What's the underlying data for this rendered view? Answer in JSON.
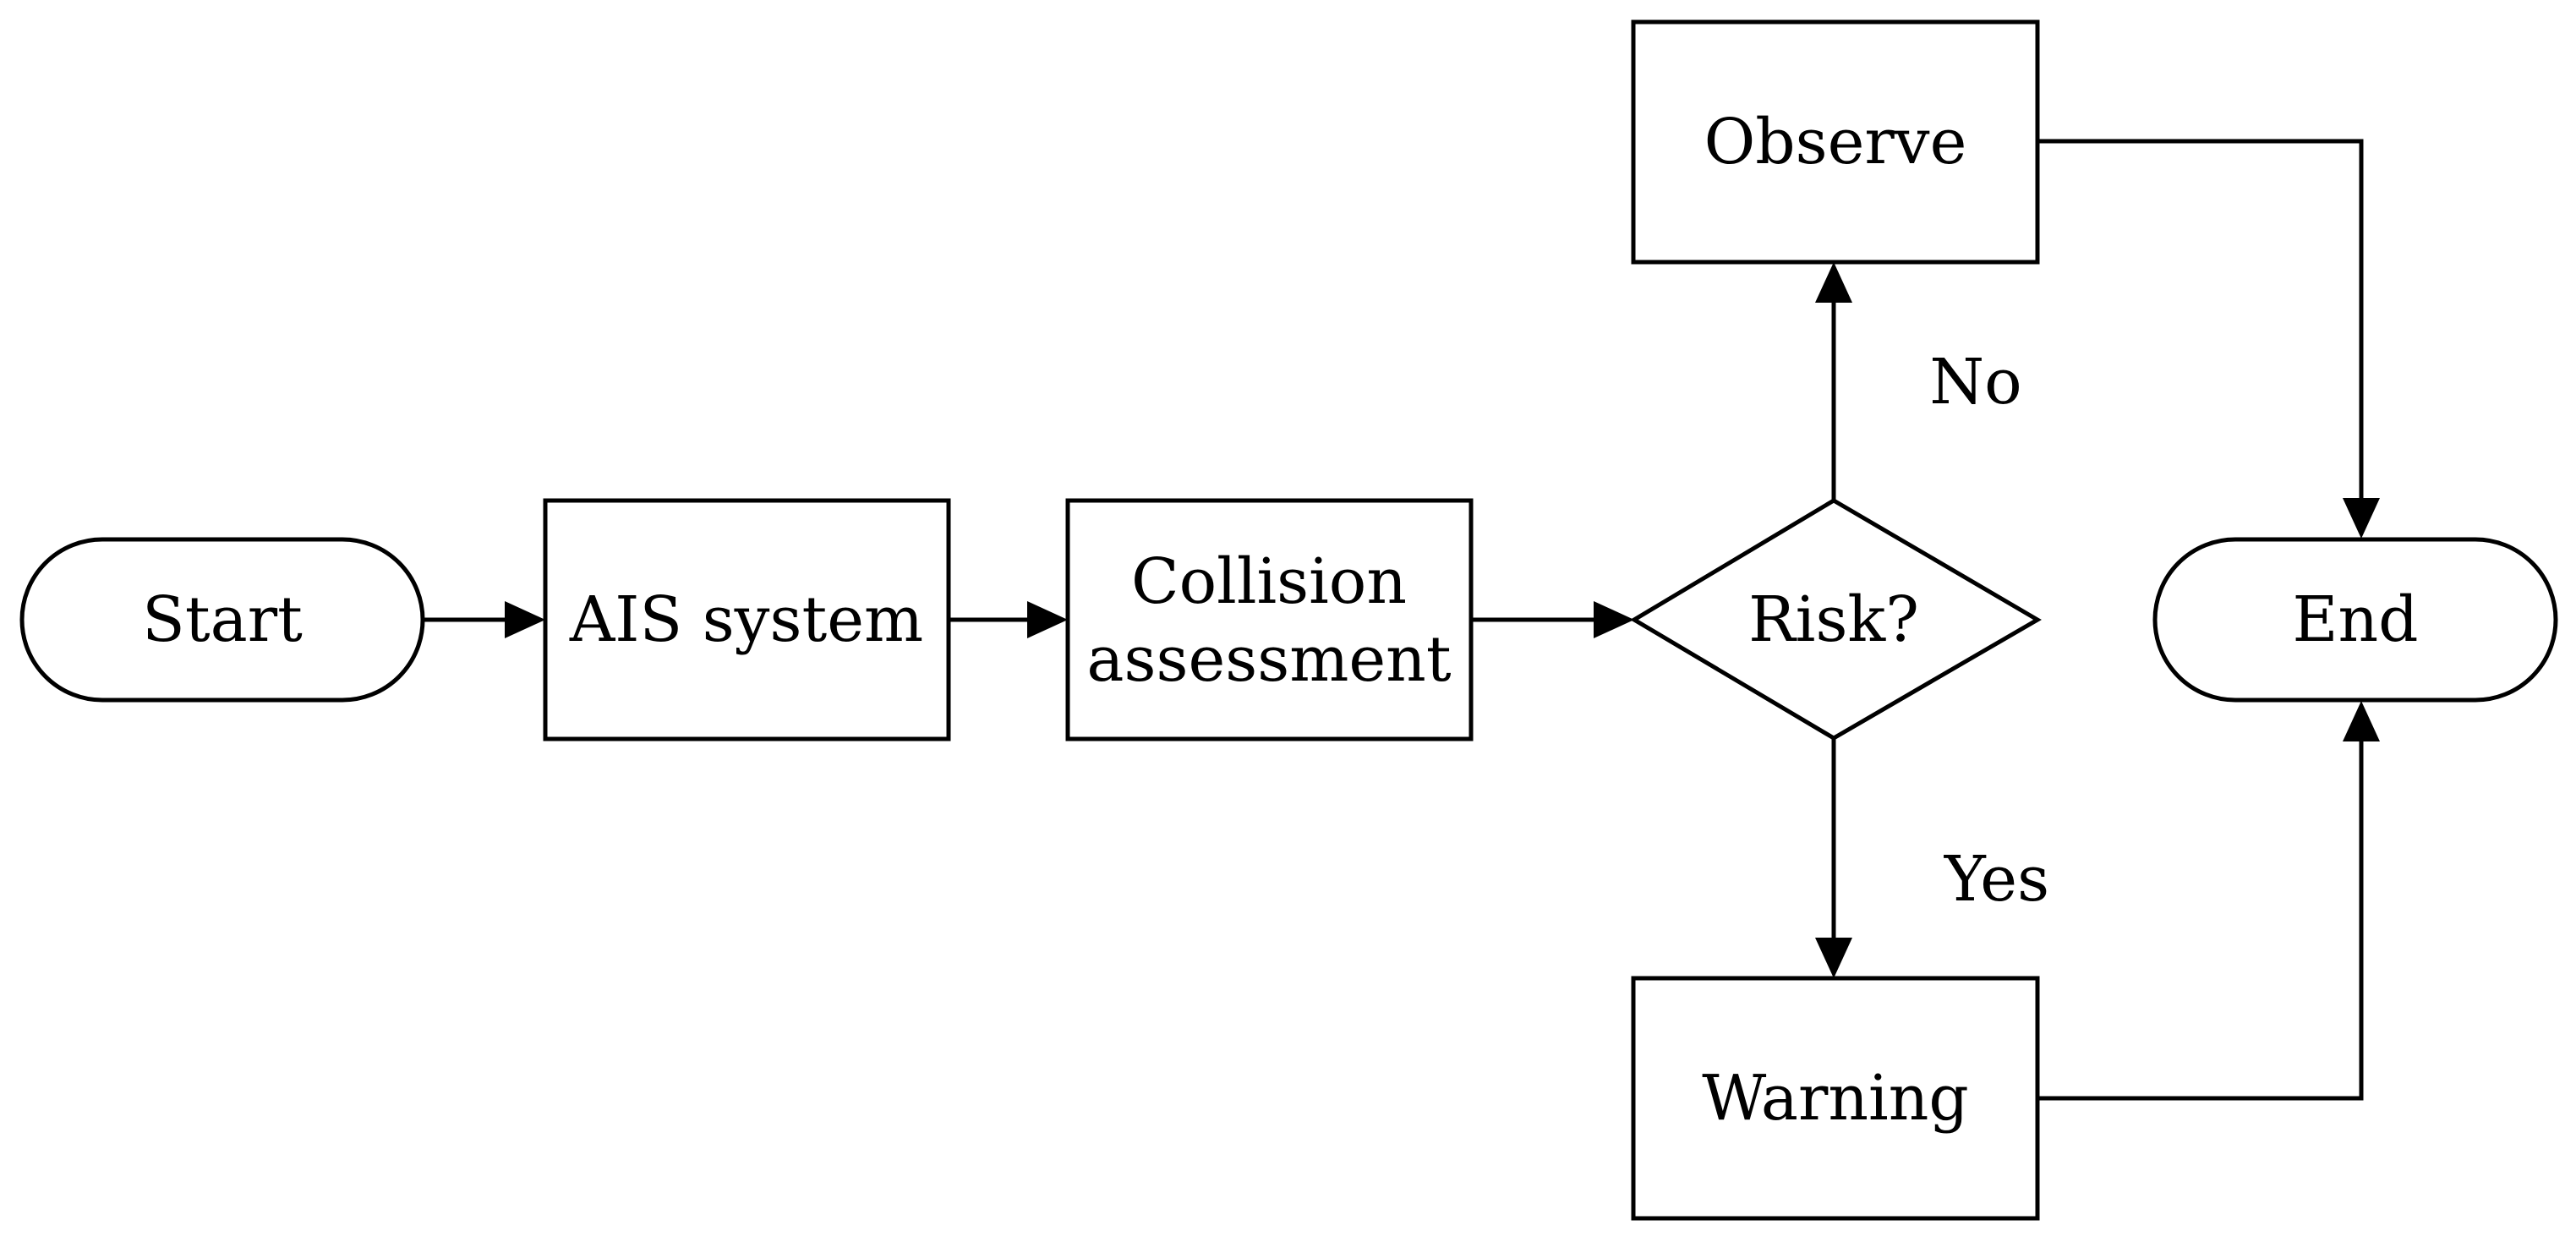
{
  "diagram": {
    "nodes": {
      "start": {
        "label": "Start",
        "shape": "terminal"
      },
      "ais_system": {
        "label": "AIS system",
        "shape": "process"
      },
      "collision_assessment": {
        "label_lines": [
          "Collision",
          "assessment"
        ],
        "shape": "process"
      },
      "risk": {
        "label": "Risk?",
        "shape": "decision"
      },
      "observe": {
        "label": "Observe",
        "shape": "process"
      },
      "warning": {
        "label": "Warning",
        "shape": "process"
      },
      "end": {
        "label": "End",
        "shape": "terminal"
      }
    },
    "edges": [
      {
        "from": "start",
        "to": "ais_system",
        "label": ""
      },
      {
        "from": "ais_system",
        "to": "collision_assessment",
        "label": ""
      },
      {
        "from": "collision_assessment",
        "to": "risk",
        "label": ""
      },
      {
        "from": "risk",
        "to": "observe",
        "label": "No"
      },
      {
        "from": "risk",
        "to": "warning",
        "label": "Yes"
      },
      {
        "from": "observe",
        "to": "end",
        "label": ""
      },
      {
        "from": "warning",
        "to": "end",
        "label": ""
      }
    ],
    "edge_labels": {
      "no": "No",
      "yes": "Yes"
    },
    "colors": {
      "stroke": "#000000",
      "background": "#ffffff",
      "text": "#000000"
    }
  }
}
